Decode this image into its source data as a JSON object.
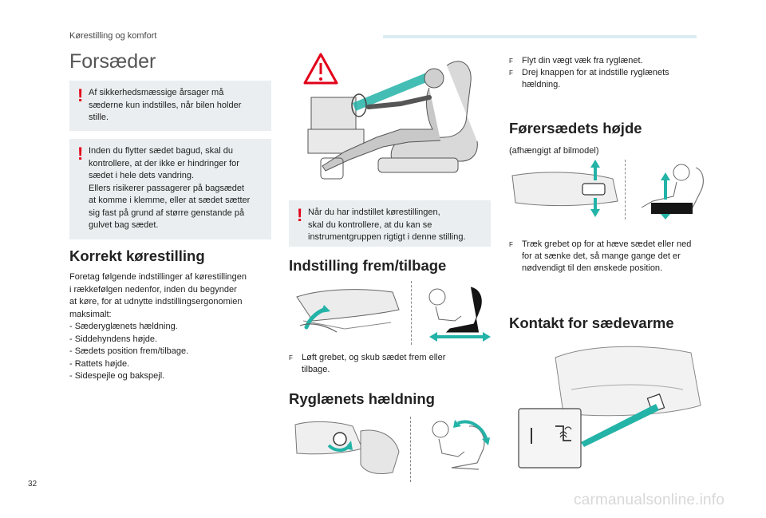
{
  "header": {
    "section_label": "Kørestilling og komfort"
  },
  "page_number": "32",
  "watermark": "carmanualsonline.info",
  "left": {
    "title": "Forsæder",
    "warning1": {
      "icon": "!",
      "text": "Af sikkerhedsmæssige årsager må\nsæderne kun indstilles, når bilen holder\nstille."
    },
    "warning2": {
      "icon": "!",
      "text": "Inden du flytter sædet bagud, skal du\nkontrollere, at der ikke er hindringer for\nsædet i hele dets vandring.\nEllers risikerer passagerer på bagsædet\nat komme i klemme, eller at sædet sætter\nsig fast på grund af større genstande på\ngulvet bag sædet."
    },
    "section_title": "Korrekt kørestilling",
    "intro": "Foretag følgende indstillinger af kørestillingen\ni rækkefølgen nedenfor, inden du begynder\nat køre, for at udnytte indstillingsergonomien\nmaksimalt:",
    "list": [
      "-  Sæderyglænets hældning.",
      "-  Siddehyndens højde.",
      "-  Sædets position frem/tilbage.",
      "-  Rattets højde.",
      "-  Sidespejle og bakspejl."
    ]
  },
  "middle": {
    "warning3": {
      "icon": "!",
      "text": "Når du har indstillet kørestillingen,\nskal du kontrollere, at du kan se\ninstrumentgruppen rigtigt i denne stilling."
    },
    "fwd_title": "Indstilling frem/tilbage",
    "fwd_bullet": {
      "icon": "F",
      "text": "Løft grebet, og skub sædet frem eller\ntilbage."
    },
    "back_title": "Ryglænets hældning"
  },
  "right": {
    "bullets_top": [
      {
        "icon": "F",
        "text": "Flyt din vægt væk fra ryglænet."
      },
      {
        "icon": "F",
        "text": "Drej knappen for at indstille ryglænets\nhældning."
      }
    ],
    "height_title": "Førersædets højde",
    "height_note": "(afhængigt af bilmodel)",
    "height_bullet": {
      "icon": "F",
      "text": "Træk grebet op for at hæve sædet eller ned\nfor at sænke det, så mange gange det er\nnødvendigt til den ønskede position."
    },
    "heat_title": "Kontakt for sædevarme"
  },
  "colors": {
    "accent_teal": "#23b3a7",
    "warning_red": "#e2001a",
    "box_bg": "#eaeef0",
    "header_bar": "#dcecf3"
  }
}
